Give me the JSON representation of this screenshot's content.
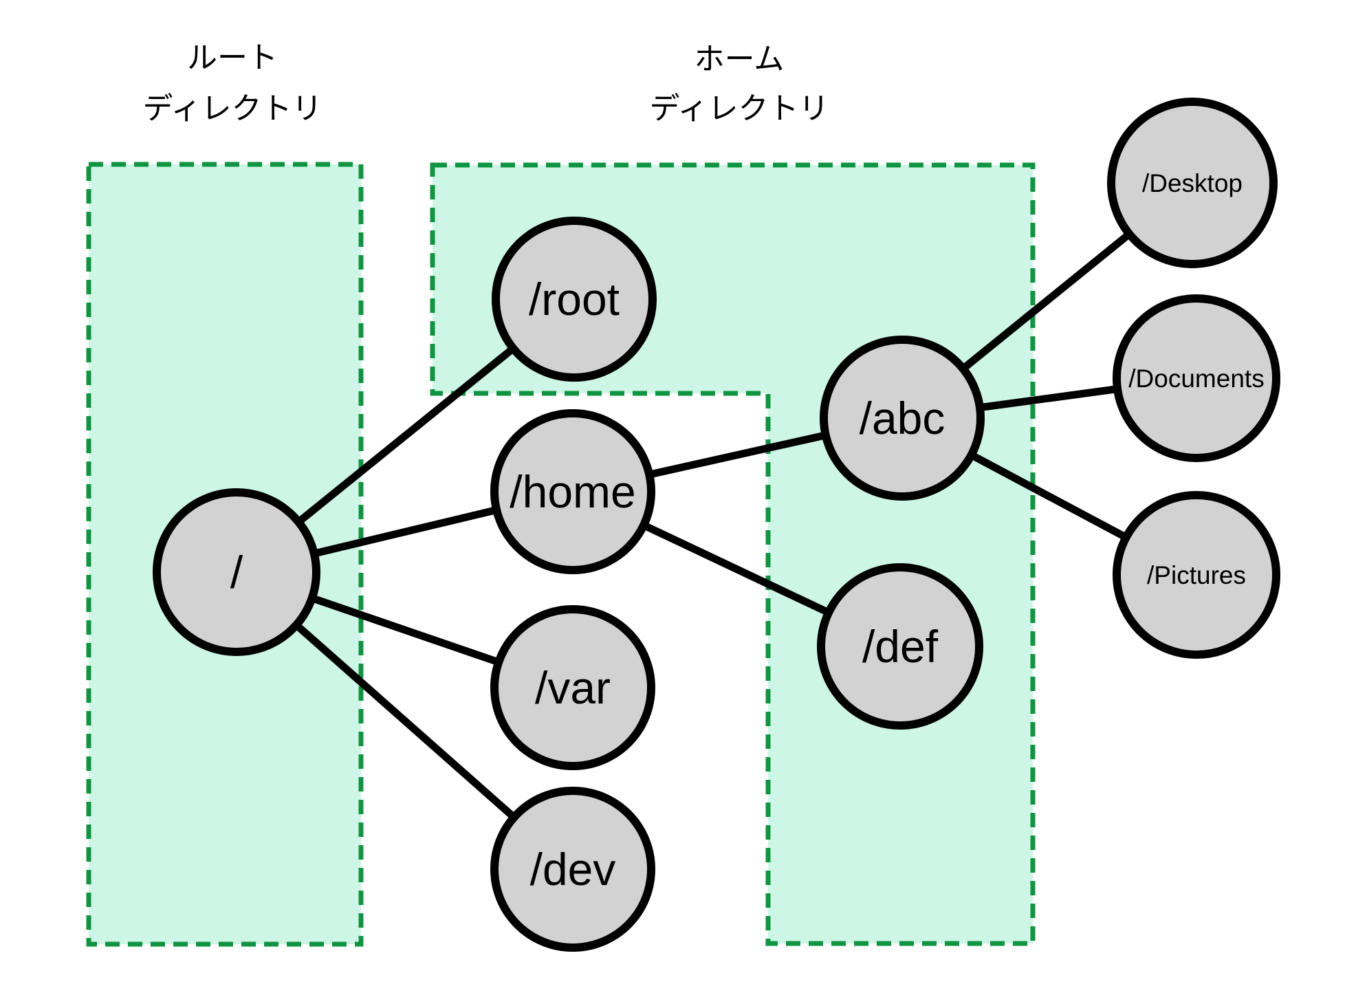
{
  "diagram": {
    "title": "linux-filesystem-directory-tree",
    "regions": {
      "root": {
        "line1": "ルート",
        "line2": "ディレクトリ"
      },
      "home": {
        "line1": "ホーム",
        "line2": "ディレクトリ"
      }
    },
    "nodes": {
      "fsroot": {
        "label": "/"
      },
      "root": {
        "label": "/root"
      },
      "home": {
        "label": "/home"
      },
      "var": {
        "label": "/var"
      },
      "dev": {
        "label": "/dev"
      },
      "abc": {
        "label": "/abc"
      },
      "def": {
        "label": "/def"
      },
      "desktop": {
        "label": "/Desktop"
      },
      "documents": {
        "label": "/Documents"
      },
      "pictures": {
        "label": "/Pictures"
      }
    },
    "edges": [
      {
        "from": "/",
        "to": "/root"
      },
      {
        "from": "/",
        "to": "/home"
      },
      {
        "from": "/",
        "to": "/var"
      },
      {
        "from": "/",
        "to": "/dev"
      },
      {
        "from": "/home",
        "to": "/abc"
      },
      {
        "from": "/home",
        "to": "/def"
      },
      {
        "from": "/abc",
        "to": "/Desktop"
      },
      {
        "from": "/abc",
        "to": "/Documents"
      },
      {
        "from": "/abc",
        "to": "/Pictures"
      }
    ],
    "colors": {
      "region_fill": "#CDF6E6",
      "region_border": "#109442",
      "node_fill": "#D2D2D2",
      "node_border": "#000000",
      "edge": "#000000",
      "text": "#000000",
      "background": "#FFFFFF"
    }
  }
}
